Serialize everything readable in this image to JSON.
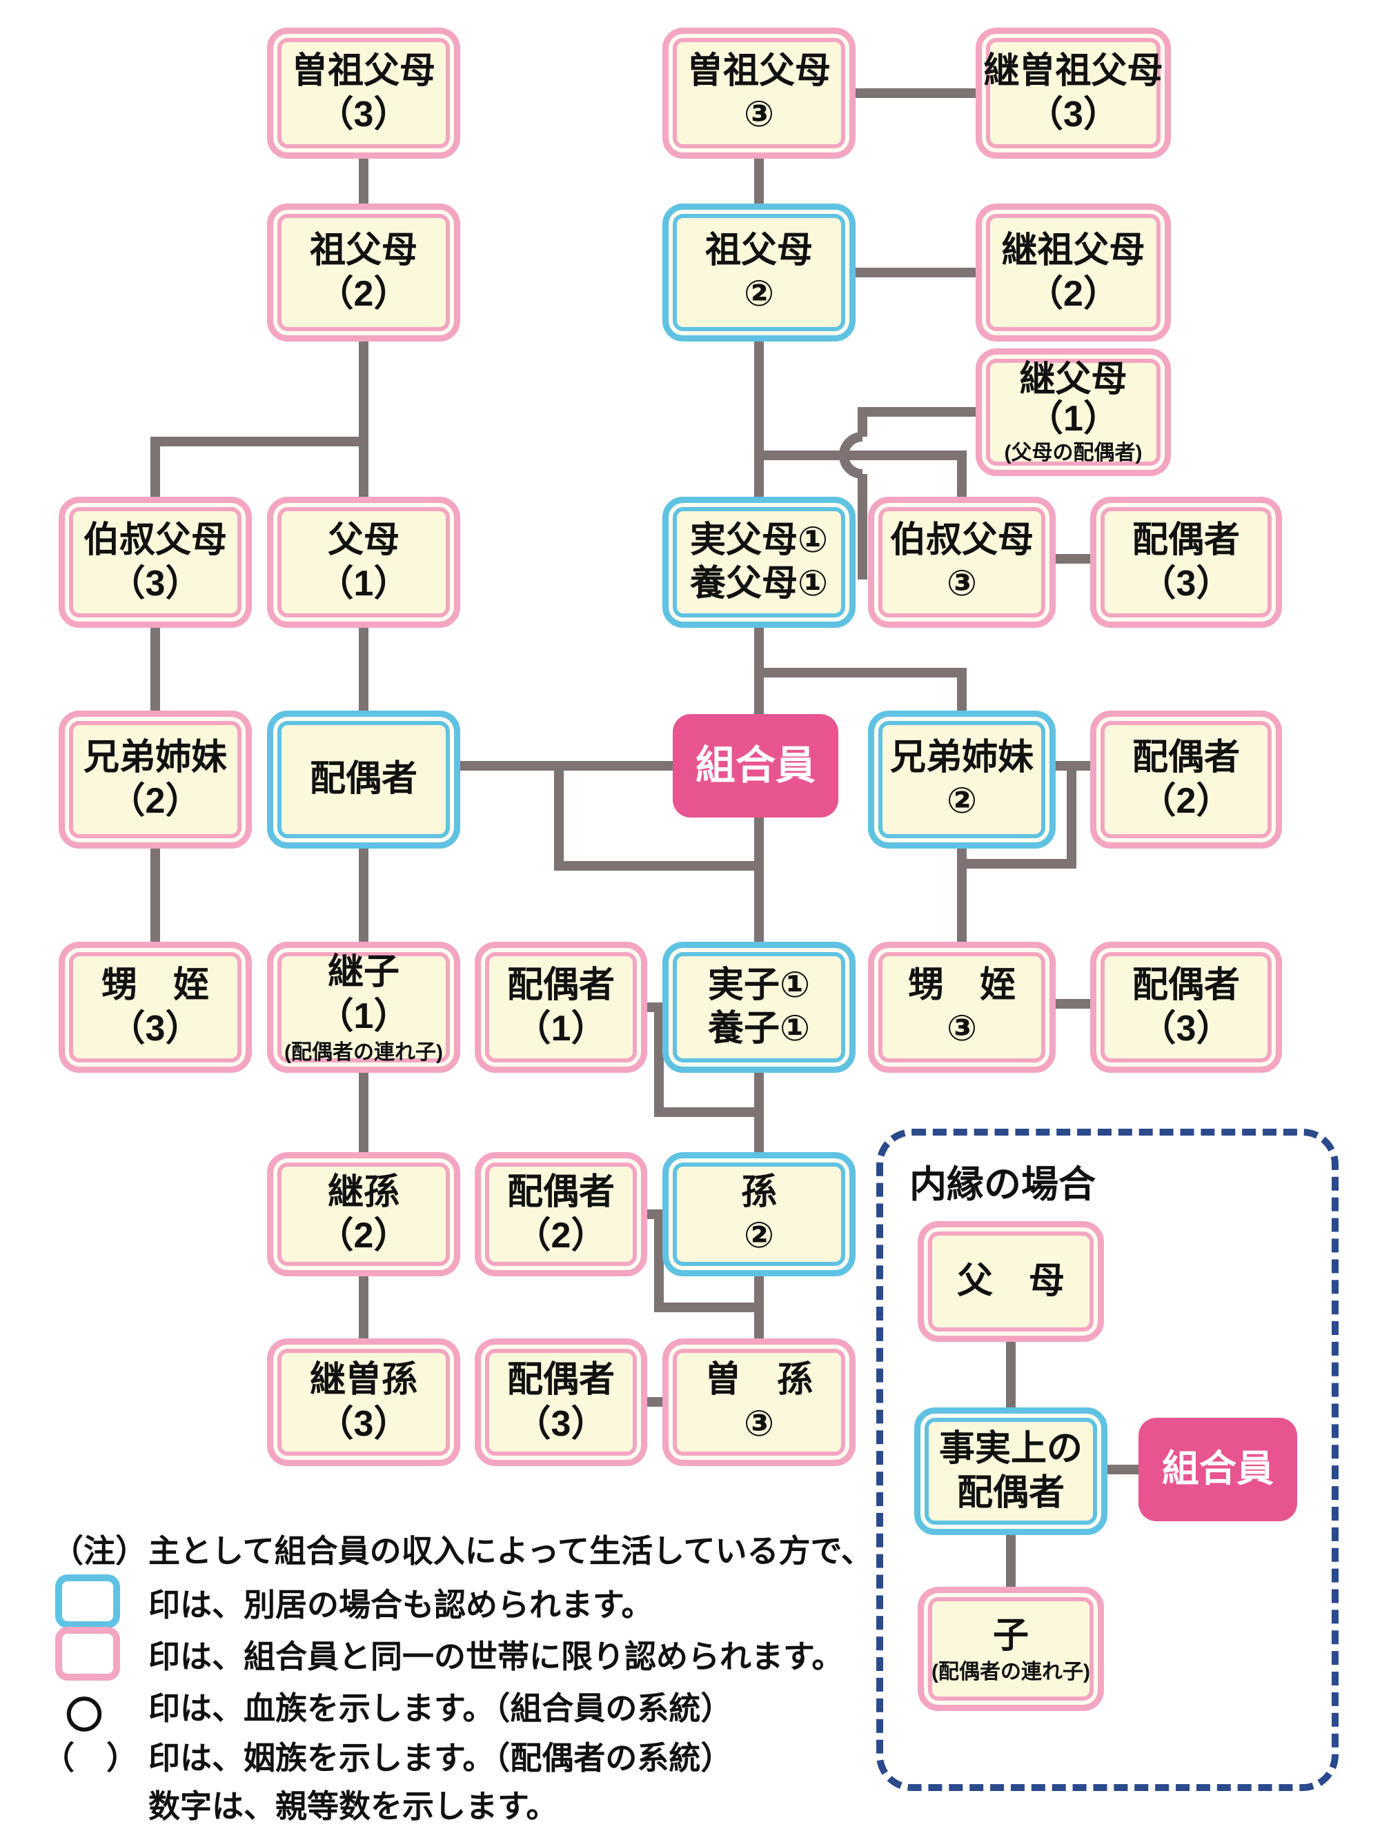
{
  "colors": {
    "pink_border": "#F3A5C1",
    "blue_border": "#5FC2E2",
    "box_fill": "#FBF8DC",
    "member_fill": "#E85490",
    "connector_grey": "#7C7372",
    "panel_dash_navy": "#2B4A8C"
  },
  "nodes": {
    "soso_fubo_l": {
      "label": "曽祖父母\n（3）"
    },
    "sofubo_l": {
      "label": "祖父母\n（2）"
    },
    "ojioba_l": {
      "label": "伯叔父母\n（3）"
    },
    "fubo_l": {
      "label": "父母\n（1）"
    },
    "kyodai_l": {
      "label": "兄弟姉妹\n（2）"
    },
    "haigusha_b": {
      "label": "配偶者"
    },
    "oimei_l": {
      "label": "甥　姪\n（3）"
    },
    "mamako": {
      "label": "継子\n（1）",
      "sub": "(配偶者の連れ子)"
    },
    "mamamago": {
      "label": "継孫\n（2）"
    },
    "mamasoson": {
      "label": "継曽孫\n（3）"
    },
    "sosofubo_c": {
      "label": "曽祖父母\n③"
    },
    "sofubo_c": {
      "label": "祖父母\n②"
    },
    "mamasosofubo": {
      "label": "継曽祖父母\n（3）"
    },
    "mamasofubo": {
      "label": "継祖父母\n（2）"
    },
    "mamafubo": {
      "label": "継父母\n（1）",
      "sub": "(父母の配偶者)"
    },
    "jitsufubo": {
      "label": "実父母①\n養父母①"
    },
    "ojioba_c": {
      "label": "伯叔父母\n③"
    },
    "haigusha3_top": {
      "label": "配偶者\n（3）"
    },
    "kumiaiin": {
      "label": "組合員"
    },
    "kyodai_c": {
      "label": "兄弟姉妹\n②"
    },
    "haigusha2_r": {
      "label": "配偶者\n（2）"
    },
    "haigusha1": {
      "label": "配偶者\n（1）"
    },
    "jisshi": {
      "label": "実子①\n養子①"
    },
    "oimei_c": {
      "label": "甥　姪\n③"
    },
    "haigusha3_r": {
      "label": "配偶者\n（3）"
    },
    "haigusha2_m": {
      "label": "配偶者\n（2）"
    },
    "mago": {
      "label": "孫\n②"
    },
    "haigusha3_m": {
      "label": "配偶者\n（3）"
    },
    "soson": {
      "label": "曽　孫\n③"
    },
    "fubo_n": {
      "label": "父　母"
    },
    "jijitsu": {
      "label": "事実上の\n配偶者"
    },
    "kumiaiin_n": {
      "label": "組合員"
    },
    "ko_n": {
      "label": "子",
      "sub": "(配偶者の連れ子)"
    }
  },
  "panel": {
    "title": "内縁の場合"
  },
  "notes": {
    "n1_marker": "（注）",
    "n1": "主として組合員の収入によって生活している方で、",
    "n2": "印は、別居の場合も認められます。",
    "n3": "印は、組合員と同一の世帯に限り認められます。",
    "n4_marker": "〇",
    "n4": "印は、血族を示します。（組合員の系統）",
    "n5_marker": "（　）",
    "n5": "印は、姻族を示します。（配偶者の系統）",
    "n6": "数字は、親等数を示します。"
  }
}
